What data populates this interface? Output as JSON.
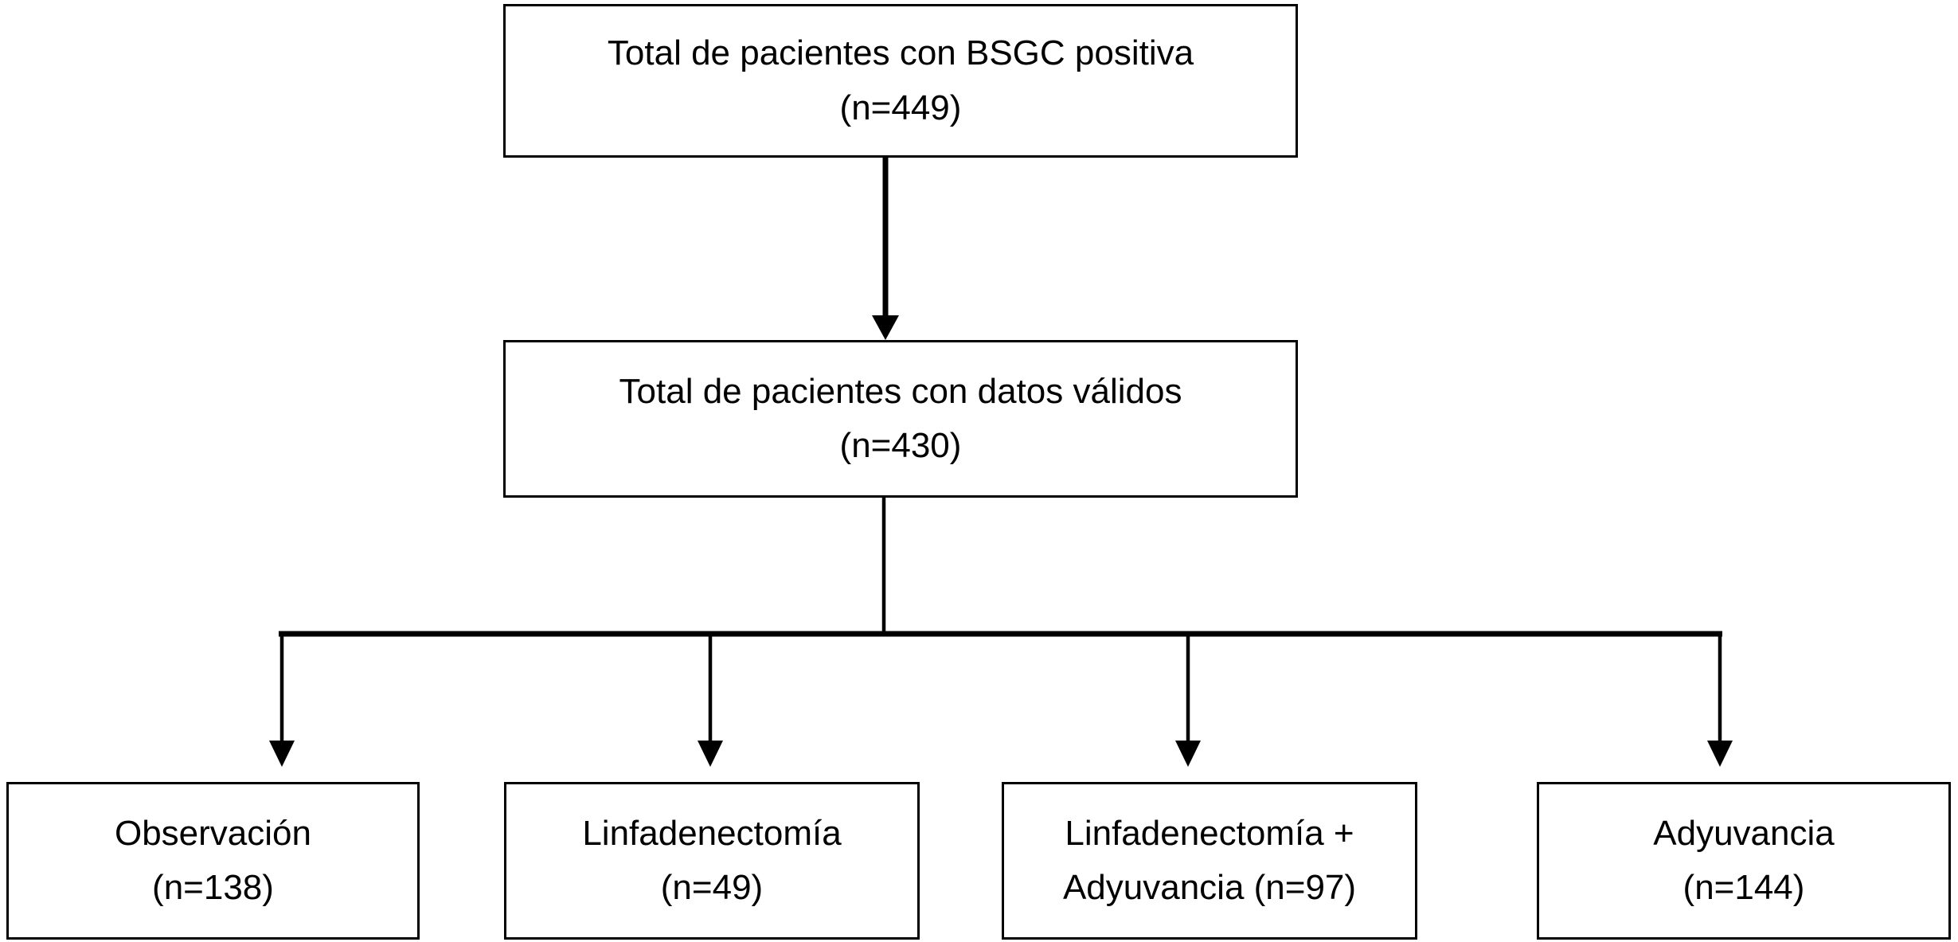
{
  "diagram": {
    "type": "flowchart",
    "language": "es",
    "colors": {
      "background": "#ffffff",
      "box_fill": "#ffffff",
      "box_border": "#000000",
      "text": "#000000",
      "connector": "#000000"
    },
    "nodes": {
      "total_positive": {
        "line1": "Total de pacientes con BSGC positiva",
        "line2": "(n=449)",
        "n": 449
      },
      "valid_data": {
        "line1": "Total de pacientes con datos válidos",
        "line2": "(n=430)",
        "n": 430
      },
      "observacion": {
        "line1": "Observación",
        "line2": "(n=138)",
        "n": 138
      },
      "linfadenectomia": {
        "line1": "Linfadenectomía",
        "line2": "(n=49)",
        "n": 49
      },
      "linfadenectomia_adyuvancia": {
        "line1": "Linfadenectomía +",
        "line2": "Adyuvancia (n=97)",
        "n": 97
      },
      "adyuvancia": {
        "line1": "Adyuvancia",
        "line2": "(n=144)",
        "n": 144
      }
    },
    "edges": [
      {
        "from": "total_positive",
        "to": "valid_data"
      },
      {
        "from": "valid_data",
        "to": "observacion"
      },
      {
        "from": "valid_data",
        "to": "linfadenectomia"
      },
      {
        "from": "valid_data",
        "to": "linfadenectomia_adyuvancia"
      },
      {
        "from": "valid_data",
        "to": "adyuvancia"
      }
    ]
  }
}
